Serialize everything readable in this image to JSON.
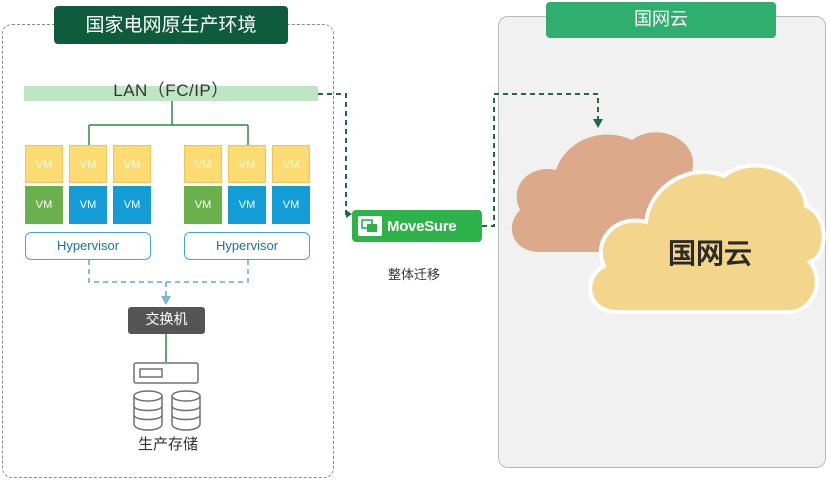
{
  "left_panel": {
    "title": "国家电网原生产环境"
  },
  "right_panel": {
    "title": "国网云"
  },
  "lan": {
    "label": "LAN（FC/IP）"
  },
  "hosts": [
    {
      "vm_labels": [
        "VM",
        "VM",
        "VM",
        "VM",
        "VM",
        "VM"
      ],
      "hypervisor_label": "Hypervisor"
    },
    {
      "vm_labels": [
        "VM",
        "VM",
        "VM",
        "VM",
        "VM",
        "VM"
      ],
      "hypervisor_label": "Hypervisor"
    }
  ],
  "switch": {
    "label": "交换机"
  },
  "storage": {
    "label": "生产存储"
  },
  "migration": {
    "product": "MoveSure",
    "label": "整体迁移"
  },
  "cloud": {
    "label": "国网云"
  },
  "colors": {
    "dark_green": "#0e5b3d",
    "accent_green": "#2fae6e",
    "movesure_green": "#2db34a",
    "vm_yellow": "#fddb73",
    "vm_green": "#6ab04c",
    "vm_blue": "#129dd7",
    "cloud_back": "#dca98a",
    "cloud_front": "#f3d68c"
  },
  "icons": [
    "movesure-logo-icon",
    "storage-server-icon",
    "database-cylinder-icon",
    "cloud-icon",
    "arrow-down-icon"
  ]
}
